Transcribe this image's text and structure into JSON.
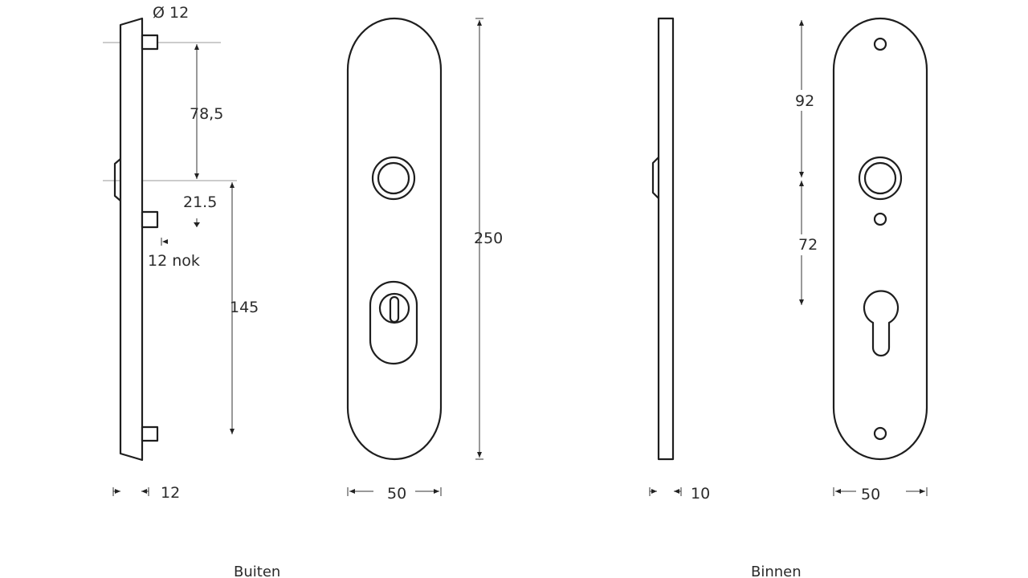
{
  "outer_side": {
    "diameter_label": "Ø 12",
    "dim_upper_spacing": "78,5",
    "dim_offset": "21.5",
    "dim_nub": "12 nok",
    "dim_lower_spacing": "145",
    "dim_depth": "12"
  },
  "outer_front": {
    "dim_height": "250",
    "dim_width": "50"
  },
  "inner_side": {
    "dim_depth": "10"
  },
  "inner_front": {
    "dim_upper": "92",
    "dim_lower": "72",
    "dim_width": "50"
  },
  "captions": {
    "outer": "Buiten",
    "inner": "Binnen"
  }
}
